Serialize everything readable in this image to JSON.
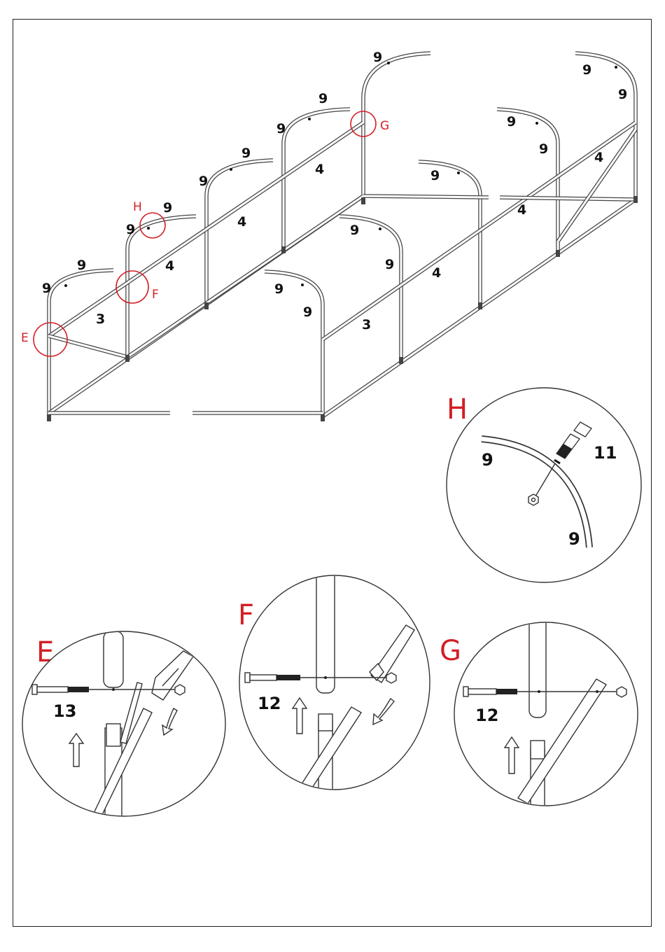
{
  "main_labels": {
    "arc_part": "9",
    "long_rail": "4",
    "end_rail": "3"
  },
  "callouts": {
    "e": "E",
    "f": "F",
    "g": "G",
    "h": "H"
  },
  "details": {
    "h": {
      "letter": "H",
      "bolt": "11",
      "arc_top": "9",
      "arc_bottom": "9"
    },
    "e": {
      "letter": "E",
      "bolt": "13"
    },
    "f": {
      "letter": "F",
      "bolt": "12"
    },
    "g": {
      "letter": "G",
      "bolt": "12"
    }
  },
  "colors": {
    "accent": "#d21f26",
    "line": "#444444"
  }
}
